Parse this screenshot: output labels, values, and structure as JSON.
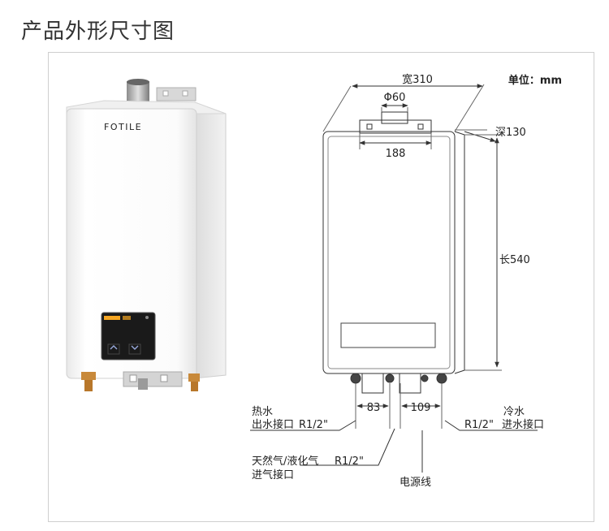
{
  "title": "产品外形尺寸图",
  "unit": "单位：mm",
  "brand": "FOTILE",
  "dimensions": {
    "width": "宽310",
    "flue": "Φ60",
    "bracket": "188",
    "depth": "深130",
    "length": "长540",
    "pitch_left": "83",
    "pitch_right": "109"
  },
  "callouts": {
    "hot_water_line1": "热水",
    "hot_water_line2": "出水接口",
    "hot_water_spec": "R1/2\"",
    "cold_water_line1": "冷水",
    "cold_water_line2": "进水接口",
    "cold_water_spec": "R1/2\"",
    "gas_line1": "天然气/液化气",
    "gas_spec": "R1/2\"",
    "gas_line2": "进气接口",
    "power": "电源线"
  },
  "colors": {
    "panel": "#1a1a1a",
    "screen_accent": "#f5a623",
    "brass": "#c8893a",
    "line": "#333333"
  }
}
